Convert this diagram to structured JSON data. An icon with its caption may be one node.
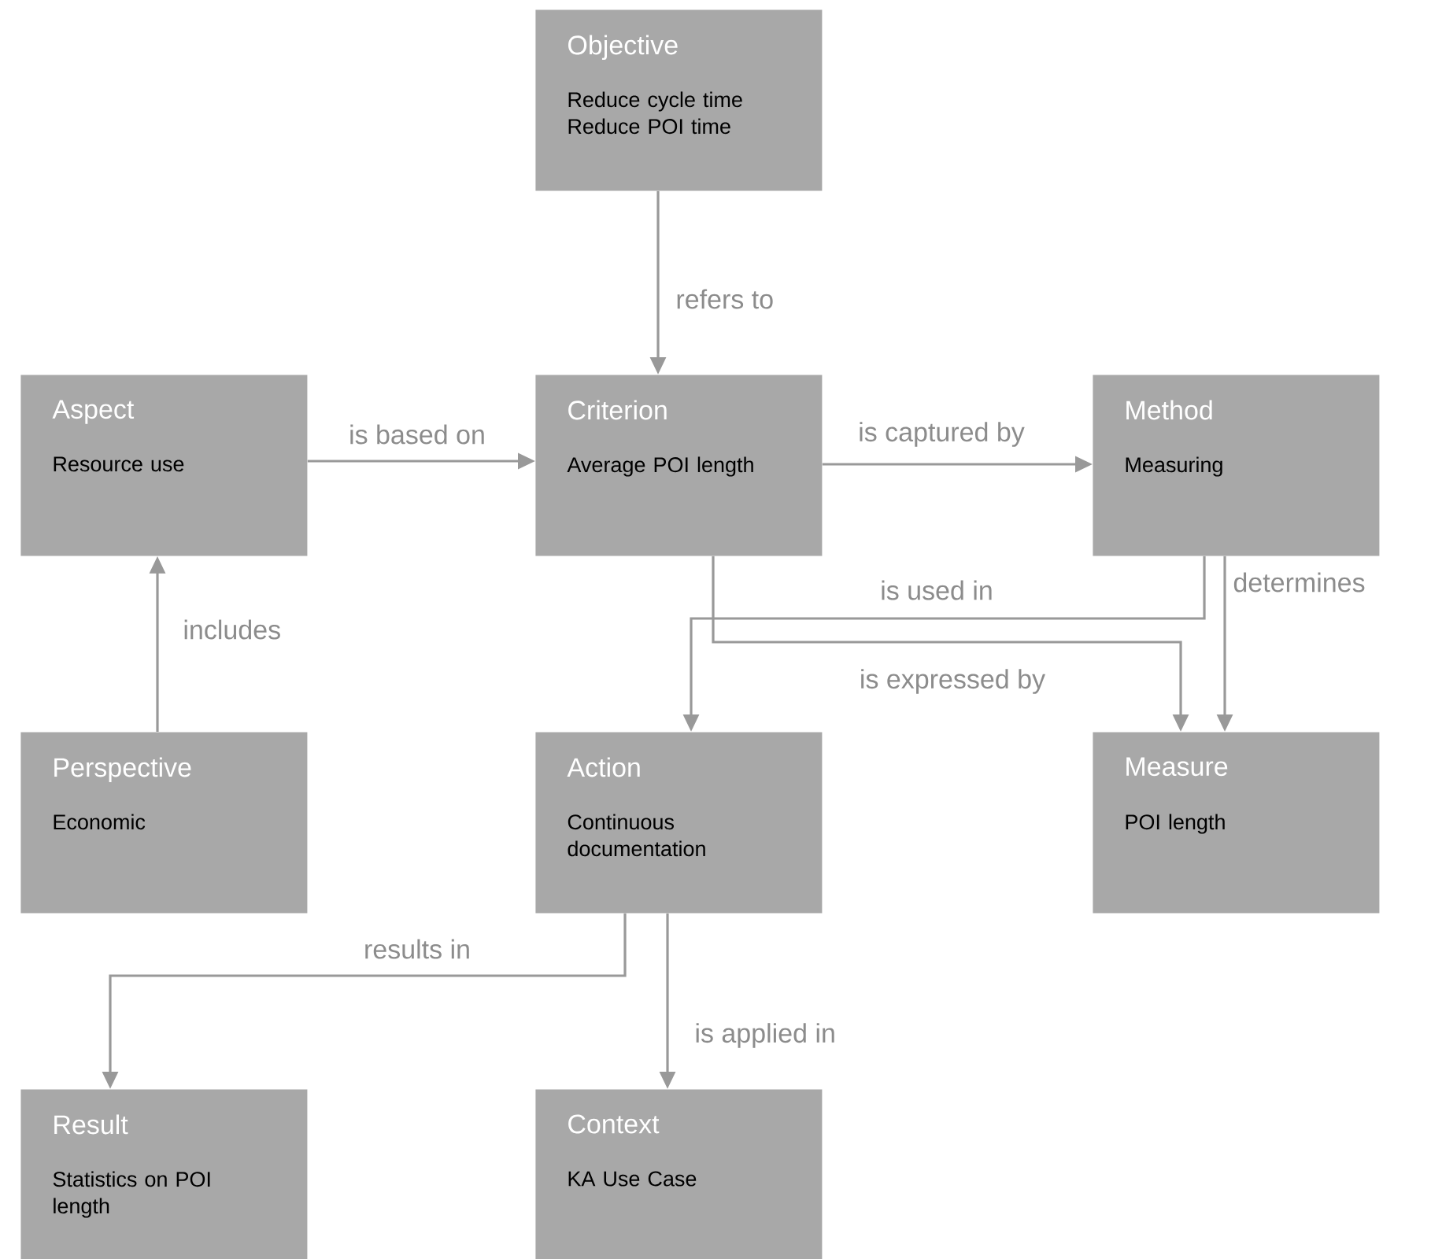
{
  "diagram": {
    "nodes": [
      {
        "text": [
          "Objective",
          "Reduce cycle time Reduce POI time"
        ]
      },
      {
        "text": [
          "Aspect",
          "Resource use"
        ]
      },
      {
        "text": [
          "Criterion",
          "Average POI length"
        ]
      },
      {
        "text": [
          "Method",
          "Measuring"
        ]
      },
      {
        "text": [
          "Perspective",
          "Economic"
        ]
      },
      {
        "text": [
          "Action",
          "Continuous documentation"
        ]
      },
      {
        "text": [
          "Measure",
          "POI length"
        ]
      },
      {
        "text": [
          "Result",
          "Statistics on POI length"
        ]
      },
      {
        "text": [
          "Context",
          "KA Use Case"
        ]
      }
    ],
    "edges": [
      {
        "from": 0,
        "to": 2,
        "arrow": "to",
        "label": "refers to"
      },
      {
        "from": 1,
        "to": 2,
        "arrow": "to",
        "label": "is based on"
      },
      {
        "from": 2,
        "to": 3,
        "arrow": "to",
        "label": "is captured by"
      },
      {
        "from": 4,
        "to": 1,
        "arrow": "to",
        "label": "includes"
      },
      {
        "from": 3,
        "to": 5,
        "arrow": "to",
        "label": "is used in"
      },
      {
        "from": 2,
        "to": 6,
        "arrow": "to",
        "label": "is expressed by"
      },
      {
        "from": 3,
        "to": 6,
        "arrow": "to",
        "label": "determines"
      },
      {
        "from": 5,
        "to": 7,
        "arrow": "to",
        "label": "results in"
      },
      {
        "from": 5,
        "to": 8,
        "arrow": "to",
        "label": "is applied in"
      }
    ]
  }
}
